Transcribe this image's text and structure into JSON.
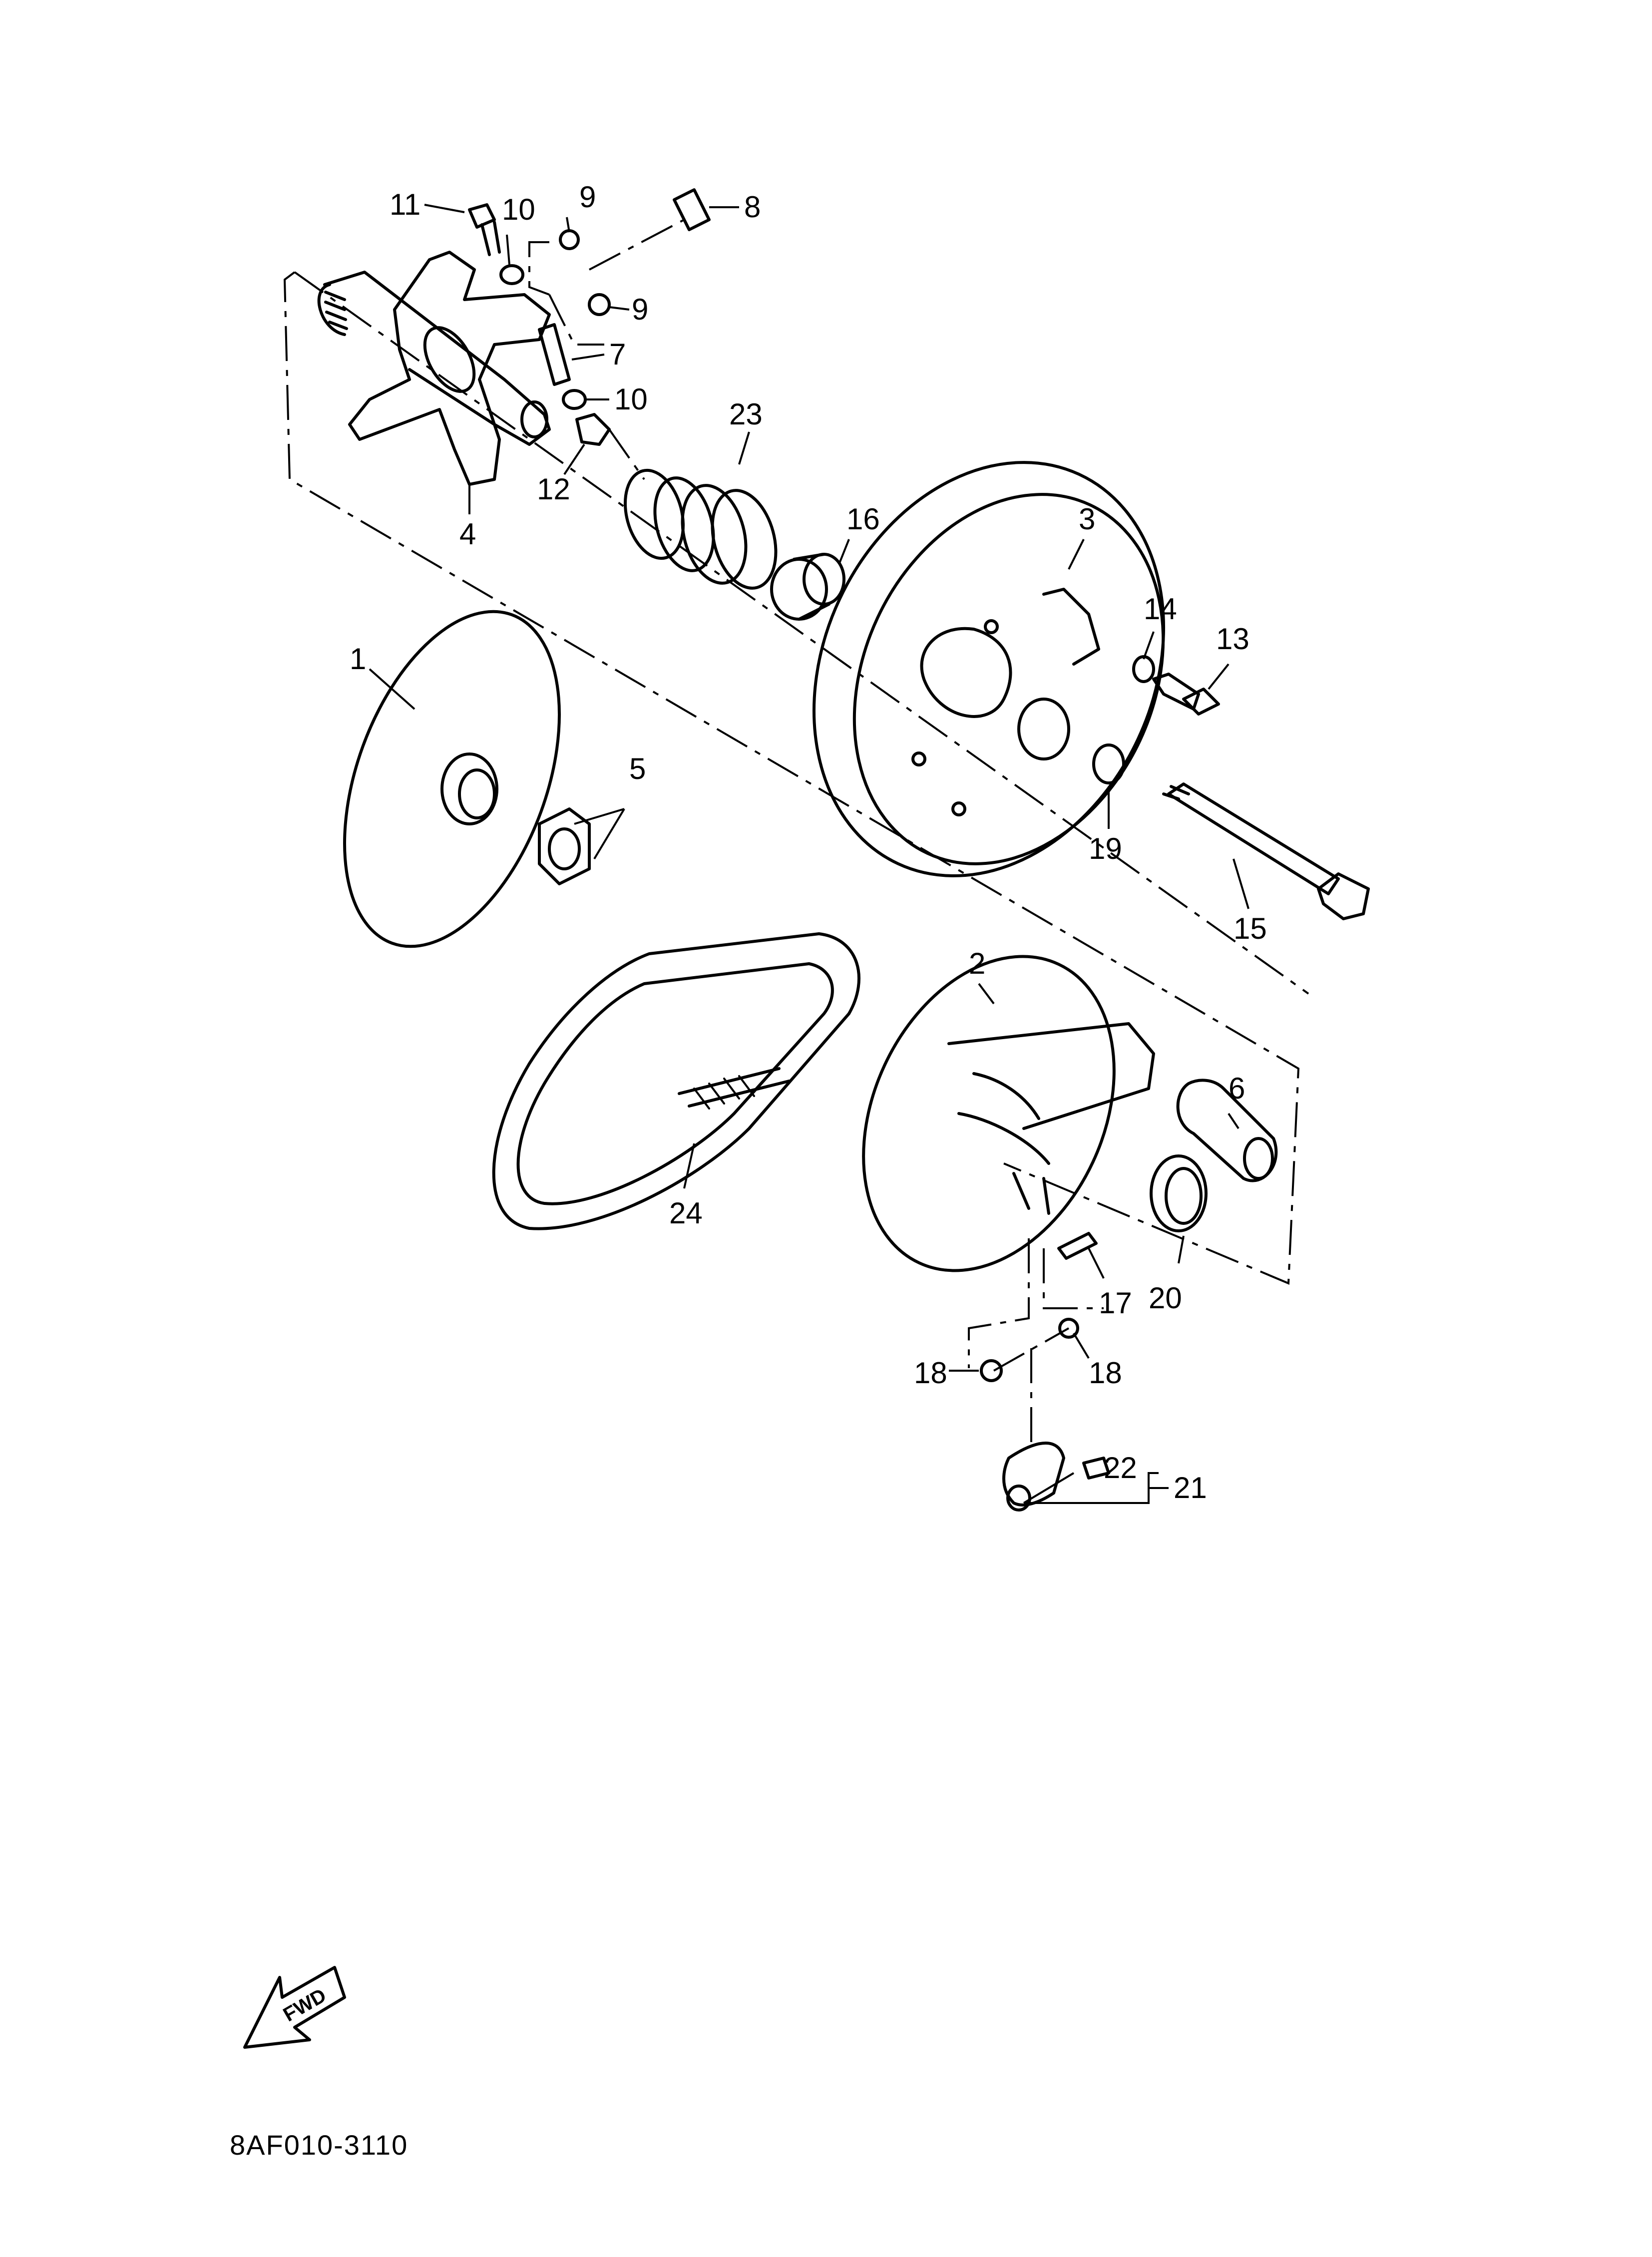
{
  "diagram": {
    "callouts": [
      {
        "n": "1"
      },
      {
        "n": "2"
      },
      {
        "n": "3"
      },
      {
        "n": "4"
      },
      {
        "n": "5"
      },
      {
        "n": "6"
      },
      {
        "n": "7"
      },
      {
        "n": "8"
      },
      {
        "n": "9"
      },
      {
        "n": "9"
      },
      {
        "n": "10"
      },
      {
        "n": "10"
      },
      {
        "n": "11"
      },
      {
        "n": "12"
      },
      {
        "n": "13"
      },
      {
        "n": "14"
      },
      {
        "n": "15"
      },
      {
        "n": "16"
      },
      {
        "n": "17"
      },
      {
        "n": "18"
      },
      {
        "n": "18"
      },
      {
        "n": "19"
      },
      {
        "n": "20"
      },
      {
        "n": "21"
      },
      {
        "n": "22"
      },
      {
        "n": "23"
      },
      {
        "n": "24"
      }
    ],
    "fwd_label": "FWD",
    "figure_code": "8AF010-3110"
  }
}
